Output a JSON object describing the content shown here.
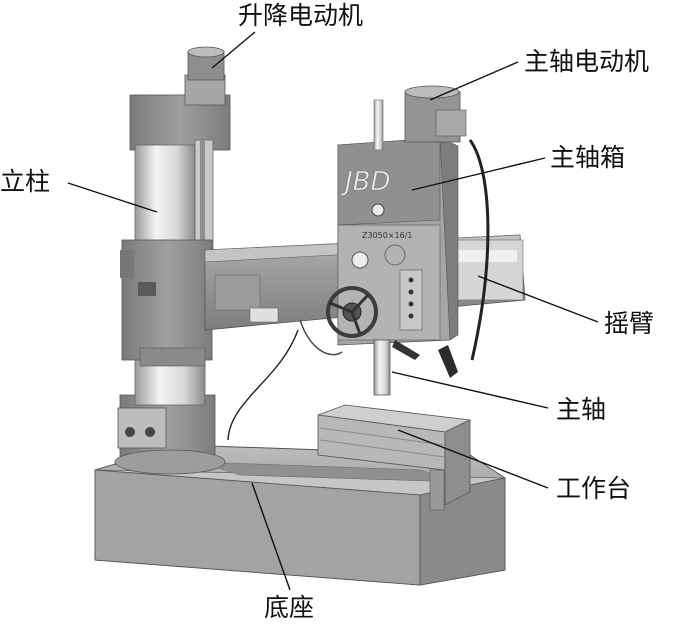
{
  "diagram": {
    "machine_label": "JBD",
    "machine_subtext": "Z3050×16/1",
    "labels": {
      "lifting_motor": "升降电动机",
      "spindle_motor": "主轴电动机",
      "column": "立柱",
      "headstock": "主轴箱",
      "radial_arm": "摇臂",
      "spindle": "主轴",
      "worktable": "工作台",
      "base": "底座"
    }
  },
  "colors": {
    "body": "#8f8f8f",
    "body_dark": "#6e6e6e",
    "body_light": "#b4b4b4",
    "chrome": "#dcdcdc",
    "line": "#111111"
  }
}
